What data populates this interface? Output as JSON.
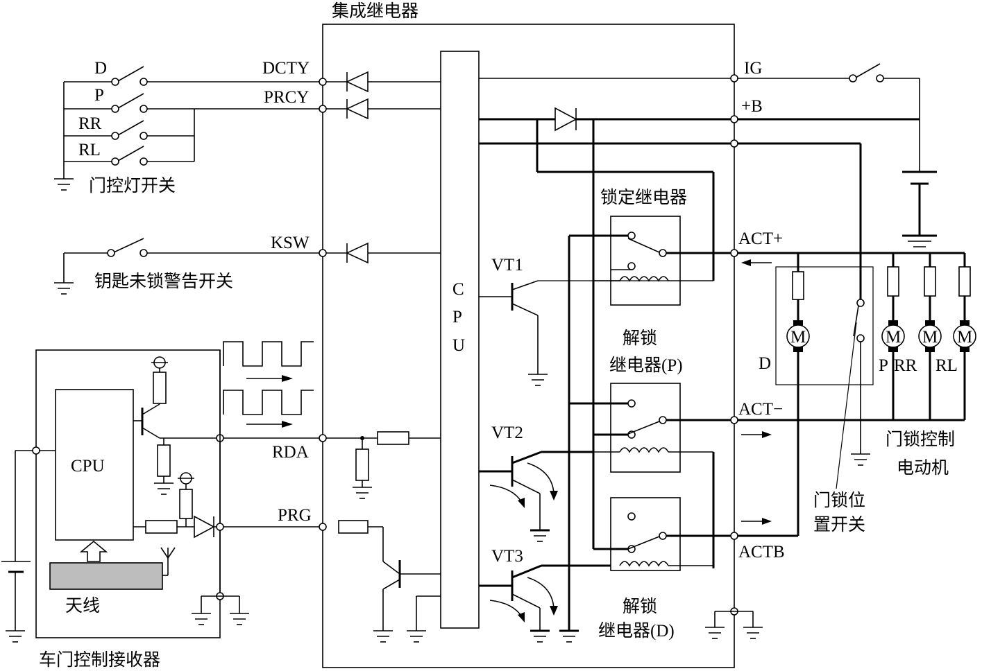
{
  "title": "集成继电器",
  "switch_labels": [
    "D",
    "P",
    "RR",
    "RL"
  ],
  "door_switch_caption": "门控灯开关",
  "key_switch_caption": "钥匙未锁警告开关",
  "pins": {
    "dcty": "DCTY",
    "prcy": "PRCY",
    "ksw": "KSW",
    "rda": "RDA",
    "prg": "PRG",
    "ig": "IG",
    "b_plus": "+B",
    "act_plus": "ACT+",
    "act_minus": "ACT−",
    "actb": "ACTB"
  },
  "cpu_main_letters": [
    "C",
    "P",
    "U"
  ],
  "transistors": [
    "VT1",
    "VT2",
    "VT3"
  ],
  "relays": {
    "lock": "锁定继电器",
    "unlock_p_line1": "解锁",
    "unlock_p_line2": "继电器(P)",
    "unlock_d_line1": "解锁",
    "unlock_d_line2": "继电器(D)"
  },
  "receiver": {
    "cpu": "CPU",
    "antenna": "天线",
    "caption": "车门控制接收器"
  },
  "motors": {
    "symbol": "M",
    "names": [
      "D",
      "P",
      "RR",
      "RL"
    ],
    "caption_line1": "门锁控制",
    "caption_line2": "电动机"
  },
  "position_switch": {
    "line1": "门锁位",
    "line2": "置开关"
  },
  "colors": {
    "line": "#000000",
    "antenna_fill": "#bdbdbd",
    "background": "#ffffff"
  }
}
